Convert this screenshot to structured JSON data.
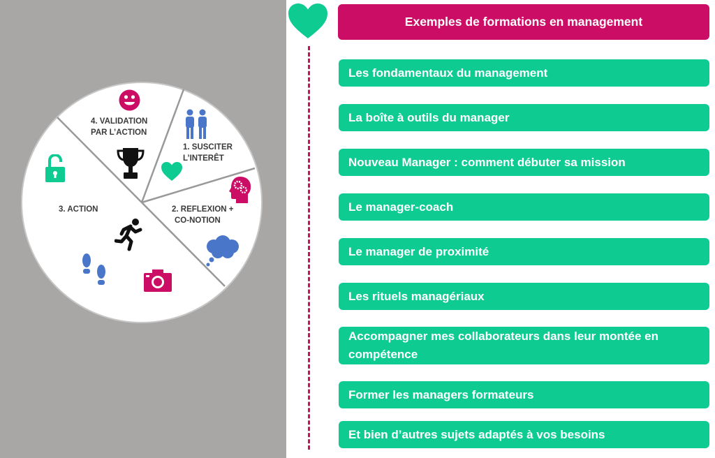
{
  "wheel": {
    "segments": [
      {
        "label_1": "1. SUSCITER",
        "label_2": "L’INTERÊT"
      },
      {
        "label_1": "2. REFLEXION +",
        "label_2": "CO-NOTION"
      },
      {
        "label_1": "3. ACTION"
      },
      {
        "label_1": "4. VALIDATION",
        "label_2": "PAR L’ACTION"
      }
    ],
    "icons": [
      "people-icon",
      "heart-icon",
      "brain-gears-icon",
      "thought-cloud-icon",
      "camera-icon",
      "footprints-icon",
      "runner-icon",
      "unlock-icon",
      "trophy-icon",
      "smiley-icon"
    ]
  },
  "header": {
    "title": "Exemples de formations en management"
  },
  "items": [
    "Les fondamentaux du management",
    "La boîte à outils du manager",
    "Nouveau Manager : comment débuter sa mission",
    "Le manager-coach",
    "Le manager de proximité",
    "Les rituels managériaux",
    "Accompagner mes collaborateurs dans leur montée en compétence",
    "Former les managers formateurs",
    "Et bien d’autres sujets adaptés à vos besoins"
  ],
  "colors": {
    "green": "#0ecb92",
    "pink": "#cc0d66",
    "gray": "#a9a6a6",
    "blue": "#4a76c9"
  }
}
